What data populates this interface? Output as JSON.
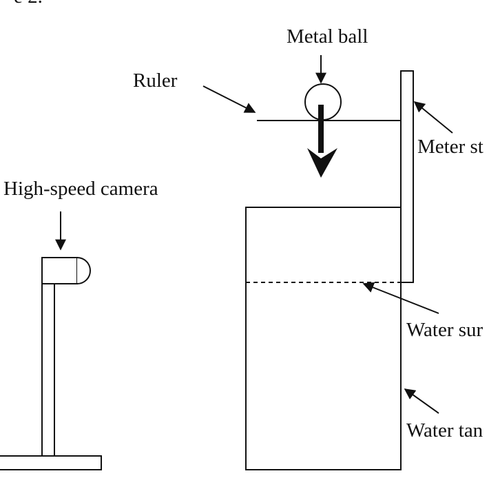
{
  "caption_fragment": "e 2.",
  "labels": {
    "metal_ball": "Metal ball",
    "ruler": "Ruler",
    "meter_stick": "Meter st",
    "high_speed_camera": "High-speed camera",
    "water_surface": "Water sur",
    "water_tank": "Water tan"
  },
  "colors": {
    "ink": "#111111",
    "background": "#ffffff"
  }
}
